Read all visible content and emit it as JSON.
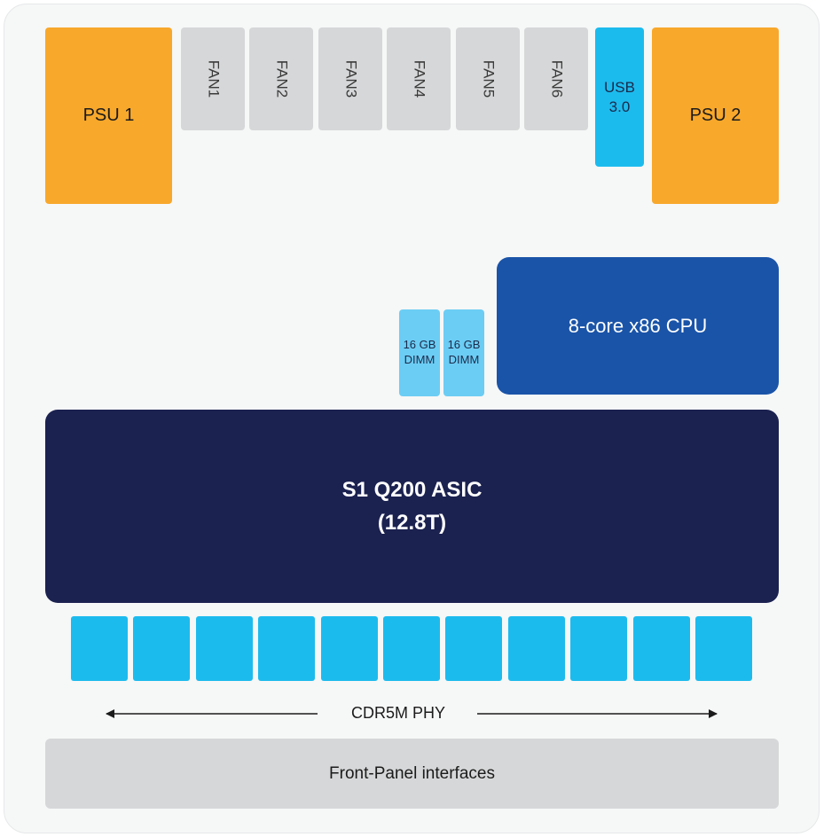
{
  "psu": {
    "left": "PSU 1",
    "right": "PSU 2"
  },
  "fans": [
    "FAN1",
    "FAN2",
    "FAN3",
    "FAN4",
    "FAN5",
    "FAN6"
  ],
  "usb": "USB\n3.0",
  "dimms": [
    "16 GB\nDIMM",
    "16 GB\nDIMM"
  ],
  "cpu": "8-core x86 CPU",
  "asic": "S1 Q200 ASIC\n(12.8T)",
  "phy": {
    "label": "CDR5M PHY",
    "block_count": 11
  },
  "front_panel": "Front-Panel interfaces",
  "colors": {
    "psu": "#f8a82b",
    "fan": "#d6d7d8",
    "usb": "#1cbbee",
    "dimm": "#6ccdf4",
    "cpu": "#1a54a8",
    "asic": "#1b2250",
    "phy": "#1cbbee",
    "front_panel": "#d6d7d8"
  }
}
